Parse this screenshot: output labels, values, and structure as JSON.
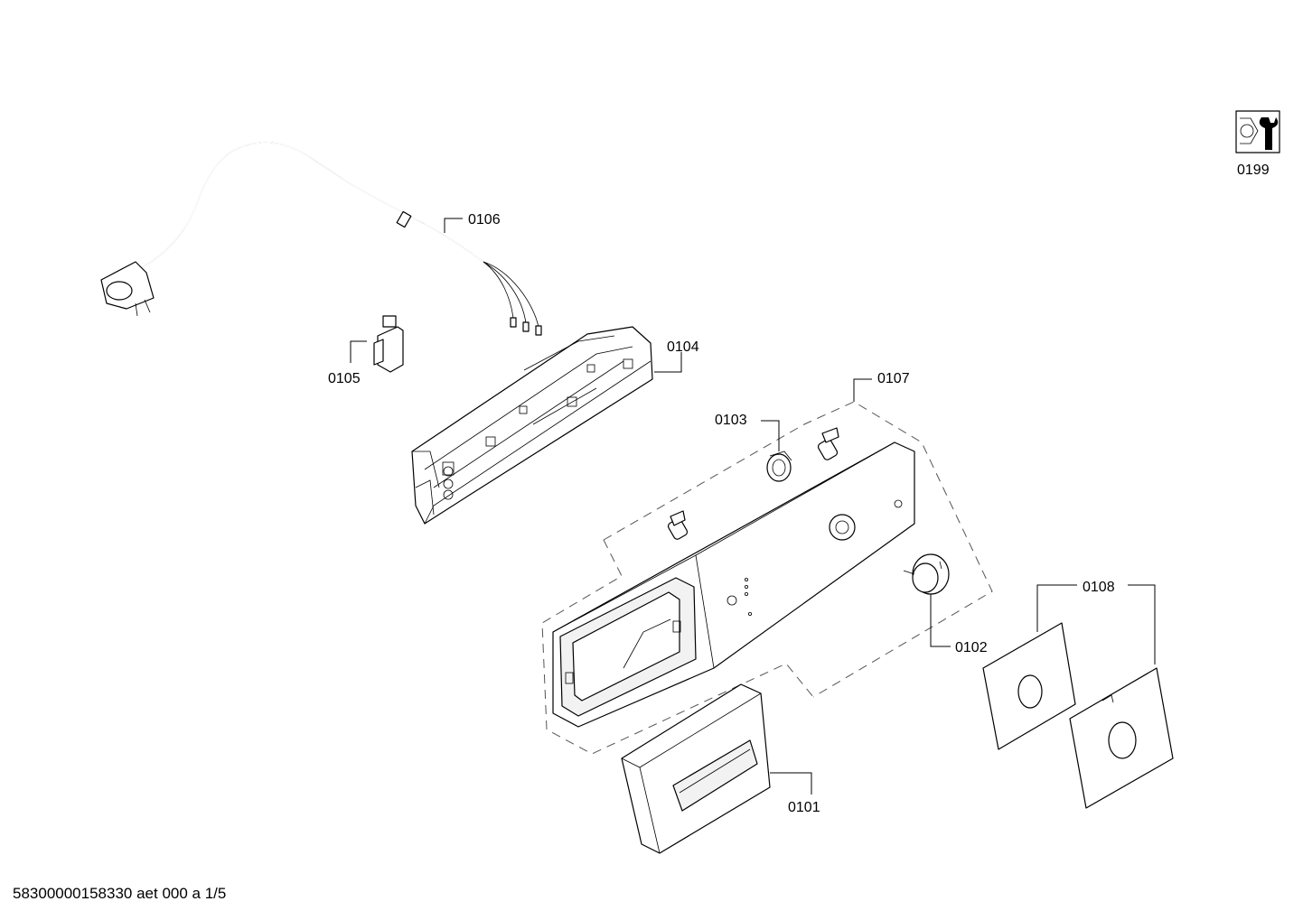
{
  "diagram": {
    "callouts": {
      "p0101": "0101",
      "p0102": "0102",
      "p0103": "0103",
      "p0104": "0104",
      "p0105": "0105",
      "p0106": "0106",
      "p0107": "0107",
      "p0108": "0108",
      "p0199": "0199"
    },
    "icons": {
      "tools": "wrench-nut-icon"
    }
  },
  "footer": {
    "document_id": "58300000158330 aet 000 a 1/5"
  }
}
